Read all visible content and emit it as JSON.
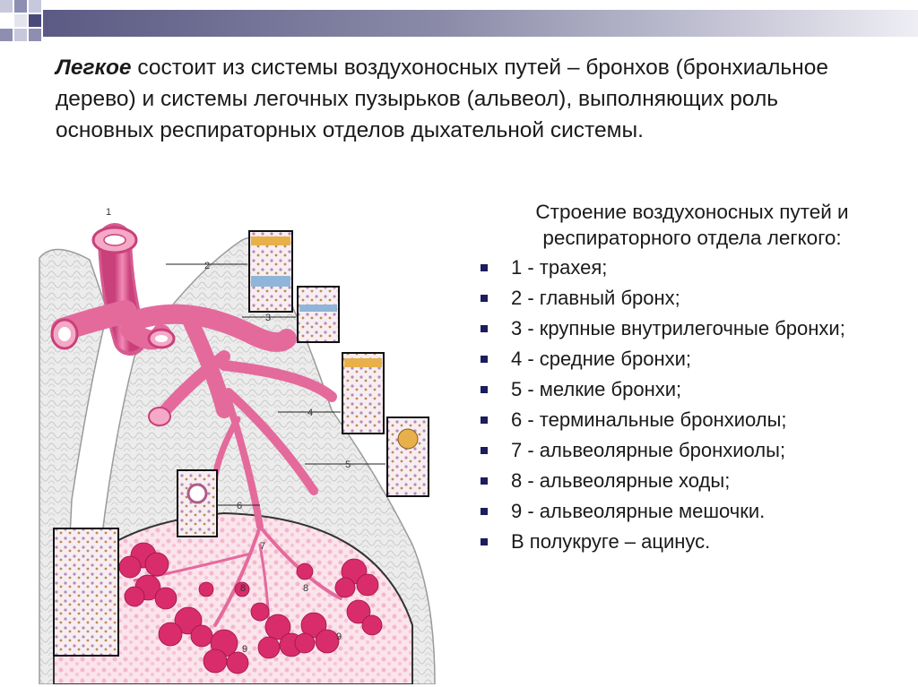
{
  "slide": {
    "intro_bold": "Легкое",
    "intro_rest": " состоит из системы воздухоносных путей – бронхов (бронхиальное дерево) и системы легочных пузырьков (альвеол), выполняющих роль основных респираторных отделов дыхательной системы.",
    "structure_title": "Строение воздухоносных путей и респираторного отдела легкого:",
    "legend": [
      "1 - трахея;",
      "2 - главный бронх;",
      "3 - крупные внутрилегочные бронхи;",
      "4 - средние бронхи;",
      "5 - мелкие бронхи;",
      "6 - терминальные бронхиолы;",
      "7 - альвеолярные бронхиолы;",
      "8 - альвеолярные ходы;",
      "9 - альвеолярные мешочки.",
      "В полукруге – ацинус."
    ],
    "figure_labels": [
      "1",
      "2",
      "3",
      "4",
      "5",
      "6",
      "7",
      "8",
      "8",
      "9",
      "9"
    ]
  },
  "colors": {
    "bullet": "#1b1d5e",
    "airway": "#e46a9c",
    "alveoli": "#d92c6b",
    "lung_tissue": "#e6e6e6"
  },
  "icons": [
    "bullet-square-icon"
  ]
}
